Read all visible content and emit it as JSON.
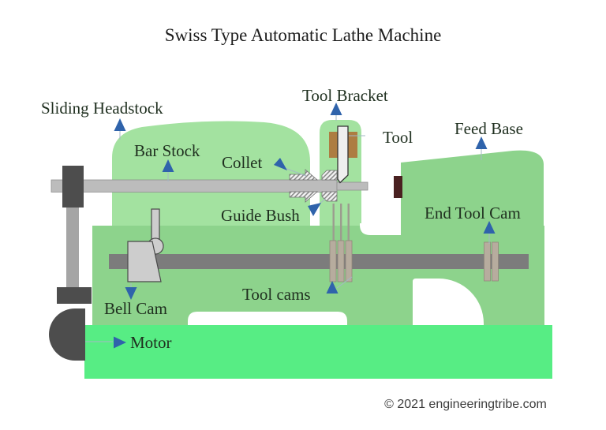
{
  "title": "Swiss Type Automatic Lathe Machine",
  "labels": {
    "sliding_headstock": "Sliding Headstock",
    "bar_stock": "Bar Stock",
    "collet": "Collet",
    "guide_bush": "Guide Bush",
    "tool_bracket": "Tool Bracket",
    "tool": "Tool",
    "feed_base": "Feed Base",
    "end_tool_cam": "End Tool Cam",
    "bell_cam": "Bell Cam",
    "tool_cams": "Tool cams",
    "motor": "Motor"
  },
  "footer": {
    "copyright": "© 2021 engineeringtribe.com"
  },
  "colors": {
    "headstock_green": "#a3e2a0",
    "body_green": "#8dd38c",
    "base_green": "#57ed84",
    "arrow_blue": "#2f63ab",
    "bar_gray": "#bcbcbc",
    "shaft_gray": "#7c7c7c",
    "dark_gray": "#4d4d4d",
    "cam_tan": "#b7ac9e",
    "tool_holder_brown": "#ad7d42",
    "bearing_maroon": "#4a2121",
    "label_dark": "#1f2f1f"
  }
}
